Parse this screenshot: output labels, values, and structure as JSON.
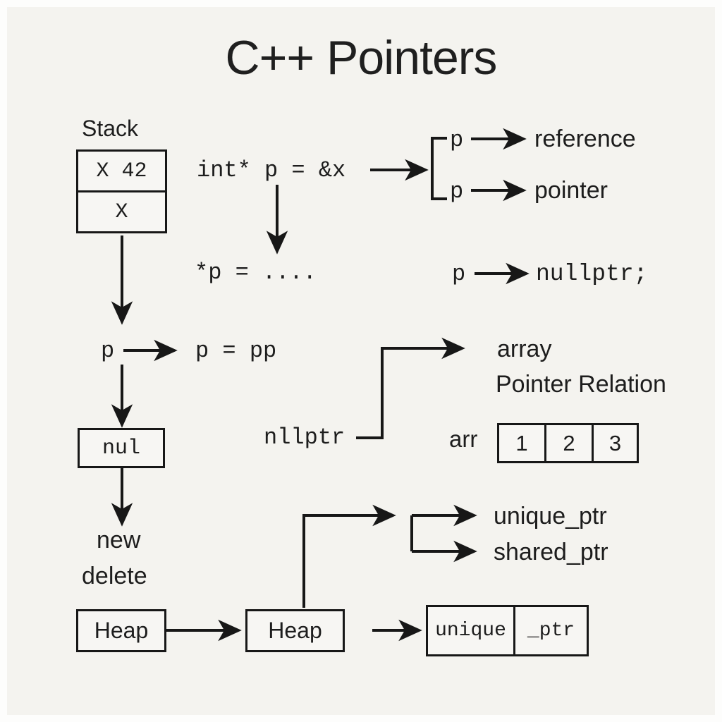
{
  "title": "C++ Pointers",
  "background_color": "#f4f3ef",
  "ink_color": "#1d1d1d",
  "stack": {
    "label": "Stack",
    "cells": [
      {
        "value": "X 42"
      },
      {
        "value": "X"
      }
    ]
  },
  "declaration": {
    "code": "int* p = &x",
    "deref": "*p = ...."
  },
  "pointer_kinds": {
    "rows": [
      {
        "from": "p",
        "to": "reference"
      },
      {
        "from": "p",
        "to": "pointer"
      }
    ]
  },
  "null_assign": {
    "from": "p",
    "to": "nullptr;"
  },
  "reassign": {
    "from": "p",
    "to": "p = pp"
  },
  "null_box": {
    "value": "nul"
  },
  "array_section": {
    "source_label": "nllptr",
    "heading_line1": "array",
    "heading_line2": "Pointer Relation",
    "arr_label": "arr",
    "arr_cells": [
      "1",
      "2",
      "3"
    ]
  },
  "memory_ops": {
    "line1": "new",
    "line2": "delete"
  },
  "heap": {
    "box1": "Heap",
    "box2": "Heap"
  },
  "smart_pointers": {
    "items": [
      "unique_ptr",
      "shared_ptr"
    ],
    "box_cells": [
      "unique",
      "_ptr"
    ]
  }
}
